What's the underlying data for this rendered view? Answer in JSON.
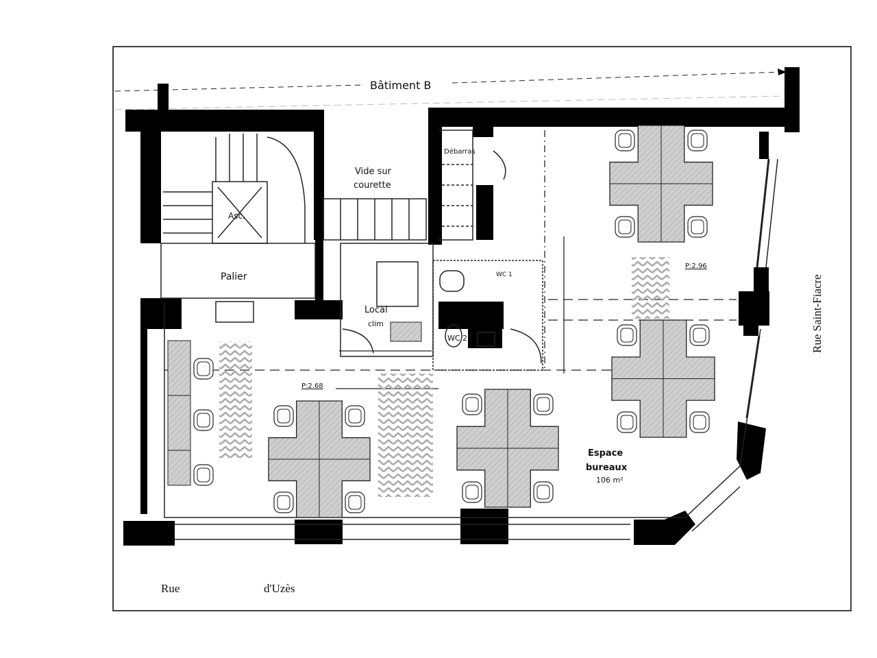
{
  "plan": {
    "building_label": "Bâtiment B",
    "streets": {
      "right": "Rue Saint-Fiacre",
      "bottom_left": "Rue",
      "bottom_right": "d'Uzès"
    },
    "rooms": {
      "void": [
        "Vide sur",
        "courette"
      ],
      "elevator": "Asc.",
      "landing": "Palier",
      "storage": "Débarras",
      "hvac": [
        "Local",
        "clim"
      ],
      "wc1": "WC 1",
      "wc2": "WC 2",
      "office_title": [
        "Espace",
        "bureaux"
      ],
      "office_area": "106 m²"
    },
    "heights": {
      "left": "P:2.68",
      "right": "P:2.96"
    },
    "colors": {
      "wall": "#000000",
      "desk": "#c8c8c8",
      "hatch": "#9a9a9a",
      "frame": "#000000"
    }
  }
}
